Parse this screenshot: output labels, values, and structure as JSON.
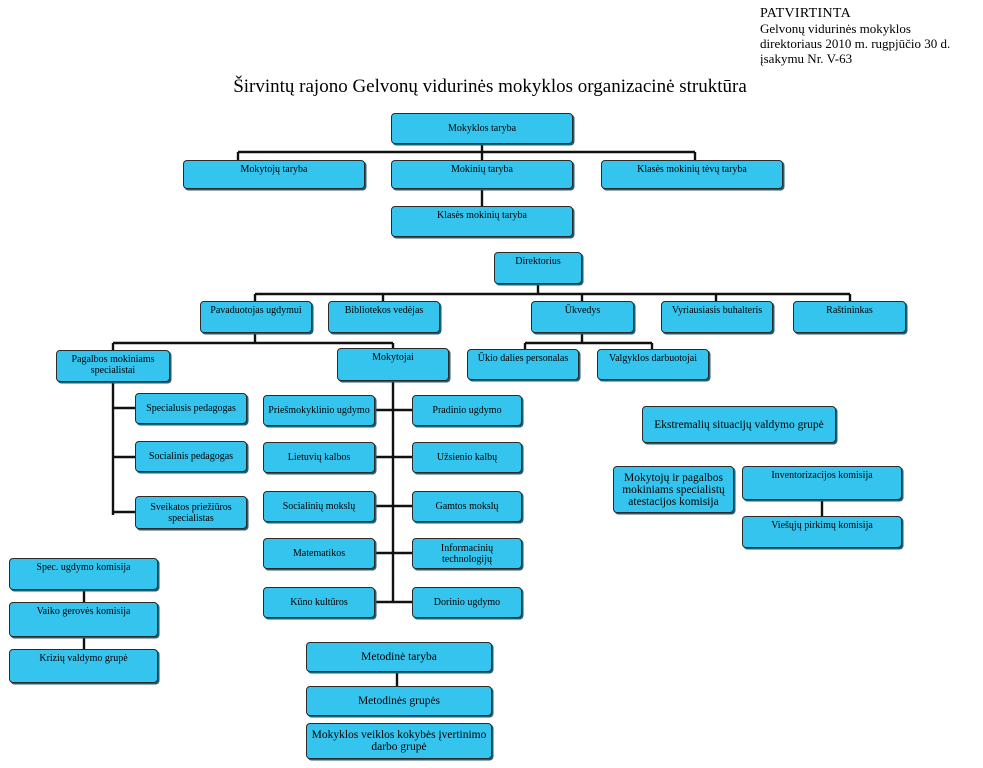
{
  "header": {
    "approval_title": "PATVIRTINTA",
    "approval_line1": "Gelvonų vidurinės mokyklos",
    "approval_line2": "direktoriaus 2010 m. rugpjūčio 30 d.",
    "approval_line3": "įsakymu Nr. V-63",
    "title": "Širvintų rajono Gelvonų vidurinės mokyklos organizacinė struktūra"
  },
  "nodes": {
    "mokyklos_taryba": "Mokyklos taryba",
    "mokytoju_taryba": "Mokytojų taryba",
    "mokiniu_taryba": "Mokinių taryba",
    "klases_mokiniu_tevu_taryba": "Klasės mokinių tėvų taryba",
    "klases_mokiniu_taryba": "Klasės mokinių taryba",
    "direktorius": "Direktorius",
    "pavaduotojas": "Pavaduotojas ugdymui",
    "bibliotekos_vedejas": "Bibliotekos vedėjas",
    "ukvedys": "Ūkvedys",
    "buhalteris": "Vyriausiasis buhalteris",
    "rastininkas": "Raštininkas",
    "pagalbos_specialistai": "Pagalbos mokiniams specialistai",
    "mokytojai": "Mokytojai",
    "ukio_personalas": "Ūkio dalies personalas",
    "valgyklos_darbuotojai": "Valgyklos darbuotojai",
    "specialusis_pedagogas": "Specialusis pedagogas",
    "socialinis_pedagogas": "Socialinis pedagogas",
    "sveikatos_specialistas": "Sveikatos priežiūros specialistas",
    "priesmokyklinio": "Priešmokyklinio ugdymo",
    "lietuviu": "Lietuvių kalbos",
    "socialiniu": "Socialinių mokslų",
    "matematikos": "Matematikos",
    "kuno_kulturos": "Kūno kultūros",
    "pradinio": "Pradinio ugdymo",
    "uzsienio": "Užsienio kalbų",
    "gamtos": "Gamtos mokslų",
    "informaciniu": "Informacinių technologijų",
    "dorinio": "Dorinio ugdymo",
    "ekstremaliu": "Ekstremalių situacijų valdymo grupė",
    "atestacijos": "Mokytojų ir pagalbos mokiniams specialistų atestacijos komisija",
    "inventorizacijos": "Inventorizacijos komisija",
    "viesuju_pirkimu": "Viešųjų pirkimų komisija",
    "spec_ugdymo": "Spec. ugdymo komisija",
    "vaiko_geroves": "Vaiko gerovės komisija",
    "kriziu": "Krizių valdymo grupė",
    "metodine_taryba": "Metodinė taryba",
    "metodines_grupes": "Metodinės grupės",
    "kokybes_grupe": "Mokyklos veiklos kokybės įvertinimo darbo grupė"
  },
  "colors": {
    "box_fill": "#35c4ee",
    "box_border": "#2a2a2a",
    "connector": "#111111"
  }
}
